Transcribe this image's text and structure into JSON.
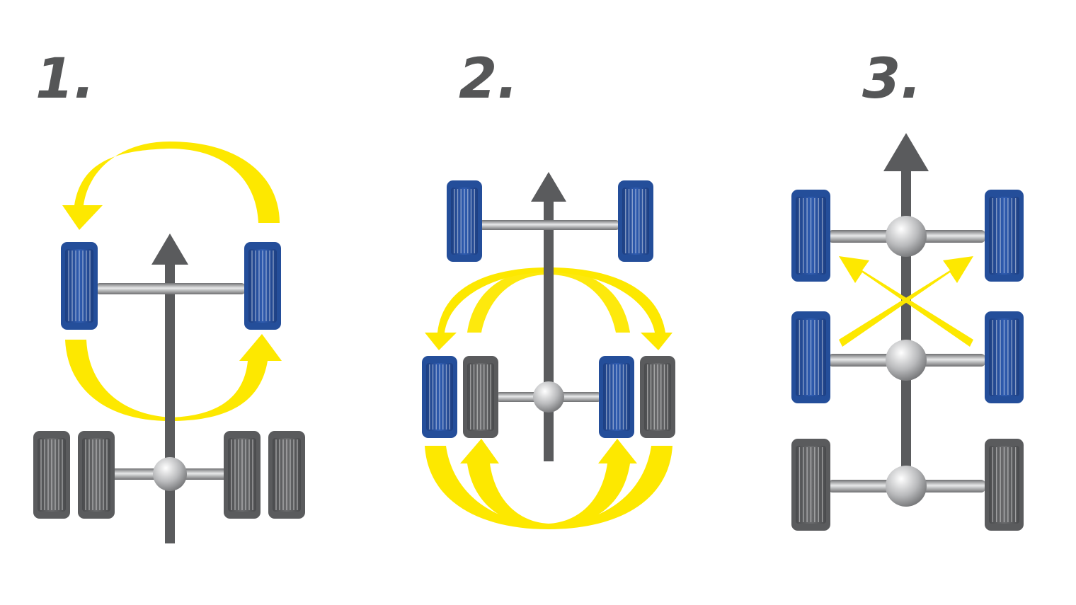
{
  "steps": [
    {
      "label": "1."
    },
    {
      "label": "2."
    },
    {
      "label": "3."
    }
  ],
  "colors": {
    "drive_tire": "#244e9a",
    "other_tire": "#5a5b5d",
    "axle": "#9a9b9d",
    "arrow": "#5a5b5d",
    "rotation": "#fde800",
    "number": "#555657"
  },
  "icons": [
    "wheel-icon",
    "axle-icon",
    "hub-icon",
    "direction-arrow-icon",
    "rotation-arrow-icon"
  ]
}
